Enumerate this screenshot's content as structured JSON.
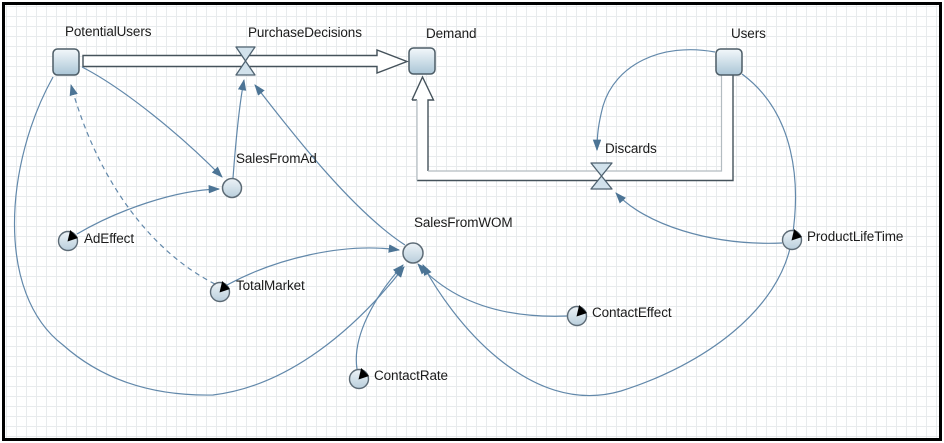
{
  "diagram": {
    "kind": "system-dynamics-stock-and-flow",
    "nodes": {
      "potential_users": {
        "label": "PotentialUsers",
        "type": "stock"
      },
      "purchase_decisions": {
        "label": "PurchaseDecisions",
        "type": "flow-valve"
      },
      "demand": {
        "label": "Demand",
        "type": "stock"
      },
      "users": {
        "label": "Users",
        "type": "stock"
      },
      "discards": {
        "label": "Discards",
        "type": "flow-valve"
      },
      "sales_from_ad": {
        "label": "SalesFromAd",
        "type": "dynamic-variable"
      },
      "sales_from_wom": {
        "label": "SalesFromWOM",
        "type": "dynamic-variable"
      },
      "ad_effect": {
        "label": "AdEffect",
        "type": "parameter"
      },
      "total_market": {
        "label": "TotalMarket",
        "type": "parameter"
      },
      "contact_rate": {
        "label": "ContactRate",
        "type": "parameter"
      },
      "contact_effect": {
        "label": "ContactEffect",
        "type": "parameter"
      },
      "product_life_time": {
        "label": "ProductLifeTime",
        "type": "parameter"
      }
    },
    "flows": [
      {
        "name": "PurchaseDecisions",
        "from": "PotentialUsers",
        "to": "Demand"
      },
      {
        "name": "Discards",
        "from": "Users",
        "to": "Demand"
      }
    ],
    "links": [
      {
        "from": "TotalMarket",
        "to": "PotentialUsers",
        "style": "dashed"
      },
      {
        "from": "PotentialUsers",
        "to": "SalesFromAd",
        "style": "solid"
      },
      {
        "from": "AdEffect",
        "to": "SalesFromAd",
        "style": "solid"
      },
      {
        "from": "SalesFromAd",
        "to": "PurchaseDecisions",
        "style": "solid"
      },
      {
        "from": "SalesFromWOM",
        "to": "PurchaseDecisions",
        "style": "solid"
      },
      {
        "from": "TotalMarket",
        "to": "SalesFromWOM",
        "style": "solid"
      },
      {
        "from": "PotentialUsers",
        "to": "SalesFromWOM",
        "style": "solid"
      },
      {
        "from": "ContactRate",
        "to": "SalesFromWOM",
        "style": "solid"
      },
      {
        "from": "ContactEffect",
        "to": "SalesFromWOM",
        "style": "solid"
      },
      {
        "from": "Users",
        "to": "SalesFromWOM",
        "style": "solid"
      },
      {
        "from": "Users",
        "to": "Discards",
        "style": "solid"
      },
      {
        "from": "ProductLifeTime",
        "to": "Discards",
        "style": "solid"
      }
    ],
    "colors": {
      "link": "#6288aa",
      "link_arrow": "#4c7495",
      "pipe_dark": "#45525b",
      "pipe_light": "#b3bcc1",
      "stock_border": "#4c5c66",
      "stock_fill_top": "#f3f8fb",
      "stock_fill_bottom": "#aac5d6",
      "valve_fill": "#d2e2ec",
      "parameter_marker": "#000000",
      "grid": "#e8ebed",
      "text": "#1b1b1b",
      "frame": "#000000"
    }
  }
}
